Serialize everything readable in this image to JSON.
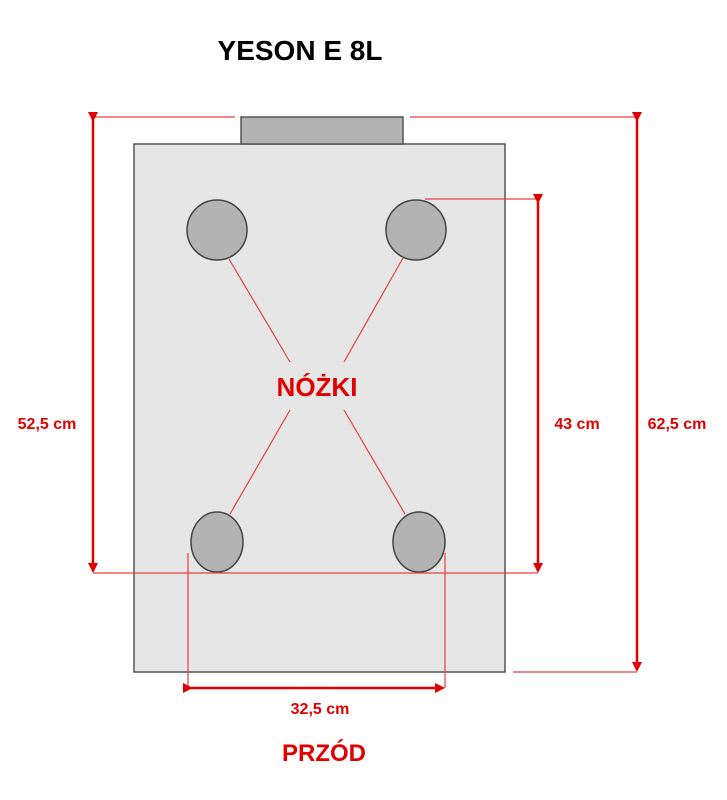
{
  "title": "YESON E 8L",
  "center_label": "NÓŻKI",
  "front_label": "PRZÓD",
  "dimensions": {
    "left_height": "52,5 cm",
    "inner_height": "43 cm",
    "total_height": "62,5 cm",
    "feet_width": "32,5 cm"
  },
  "colors": {
    "accent": "#e00000",
    "body_fill": "#e6e6e6",
    "foot_fill": "#b3b3b3",
    "outline": "#555555"
  }
}
